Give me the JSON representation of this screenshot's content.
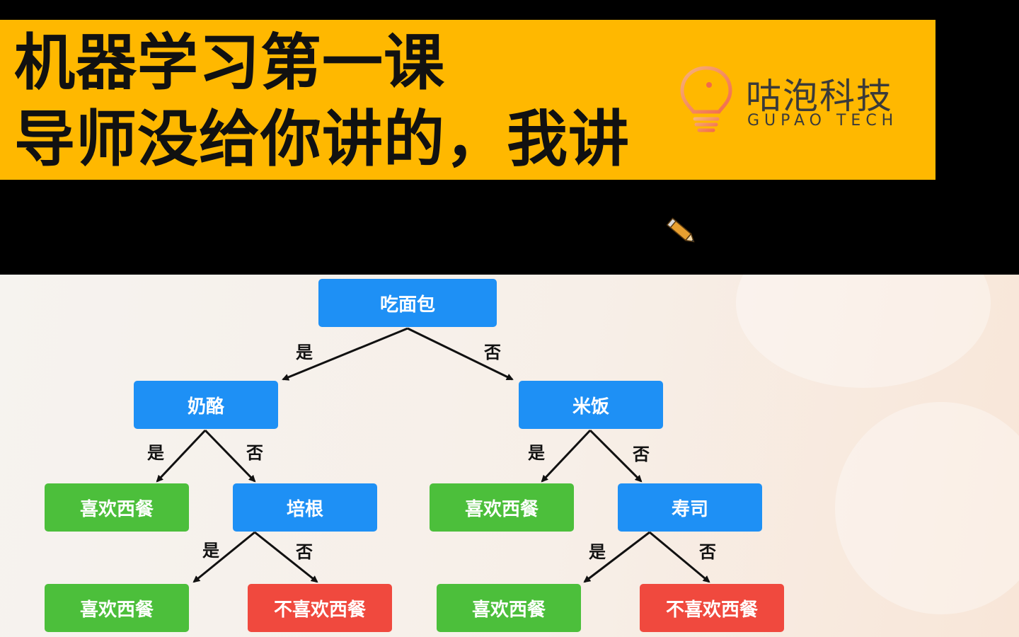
{
  "banner": {
    "title_line1": "机器学习第一课",
    "title_line2": "导师没给你讲的，我讲",
    "bg_color": "#FFB800"
  },
  "logo": {
    "text": "咕泡科技",
    "subtext": "GUPAO TECH",
    "icon": "lightbulb-icon"
  },
  "cursor": {
    "icon": "pencil-icon"
  },
  "tree": {
    "root": "吃面包",
    "n_cheese": "奶酪",
    "n_rice": "米饭",
    "n_bacon": "培根",
    "n_sushi": "寿司",
    "leaf_1": "喜欢西餐",
    "leaf_2": "喜欢西餐",
    "leaf_3": "喜欢西餐",
    "leaf_4": "不喜欢西餐",
    "leaf_5": "喜欢西餐",
    "leaf_6": "不喜欢西餐",
    "yes": "是",
    "no": "否",
    "colors": {
      "decision": "#1E90F5",
      "like": "#4CBF3B",
      "dislike": "#F0493E"
    }
  }
}
